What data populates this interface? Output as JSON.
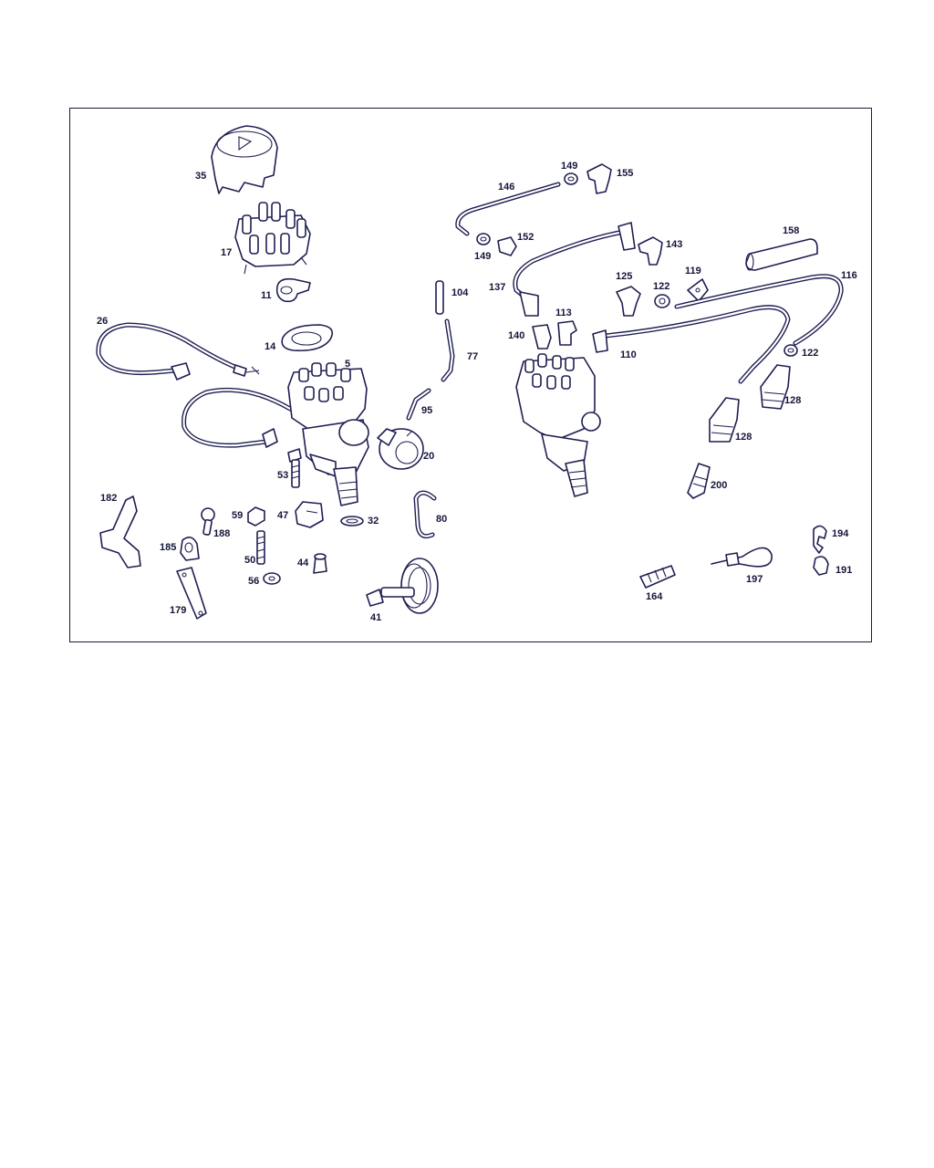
{
  "colors": {
    "line": "#1e1e52",
    "label": "#15153a",
    "frame": "#1b1b3a",
    "background": "#ffffff"
  },
  "callouts": {
    "c35": "35",
    "c17": "17",
    "c11": "11",
    "c14": "14",
    "c26": "26",
    "c5": "5",
    "c53": "53",
    "c20": "20",
    "c95": "95",
    "c104": "104",
    "c77": "77",
    "c32": "32",
    "c80": "80",
    "c47": "47",
    "c59": "59",
    "c188": "188",
    "c182": "182",
    "c185": "185",
    "c50": "50",
    "c56": "56",
    "c44": "44",
    "c179": "179",
    "c41": "41",
    "c146": "146",
    "c149a": "149",
    "c155": "155",
    "c149b": "149",
    "c152": "152",
    "c143": "143",
    "c158": "158",
    "c137": "137",
    "c125": "125",
    "c122a": "122",
    "c119": "119",
    "c116": "116",
    "c113": "113",
    "c140": "140",
    "c110": "110",
    "c122b": "122",
    "c128a": "128",
    "c128b": "128",
    "c200": "200",
    "c194": "194",
    "c191": "191",
    "c197": "197",
    "c164": "164"
  }
}
